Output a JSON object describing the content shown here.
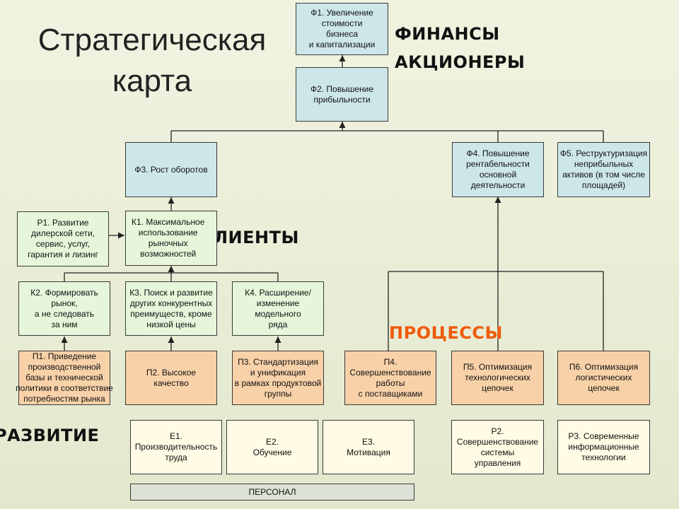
{
  "title": "Стратегическая\nкарта",
  "sections": {
    "finance": "ФИНАНСЫ",
    "shareholders": "АКЦИОНЕРЫ",
    "clients": "КЛИЕНТЫ",
    "processes": "ПРОЦЕССЫ",
    "development": "РАЗВИТИЕ"
  },
  "boxes": {
    "f1": "Ф1. Увеличение\nстоимости\nбизнеса\nи капитализации",
    "f2": "Ф2. Повышение\nприбыльности",
    "f3": "Ф3. Рост оборотов",
    "f4": "Ф4. Повышение\nрентабельности\nосновной\nдеятельности",
    "f5": "Ф5. Реструктуризация\nнеприбыльных\nактивов (в том числе\nплощадей)",
    "r1": "Р1. Развитие\nдилерской сети,\nсервис, услуг,\nгарантия и лизинг",
    "k1": "К1. Максимальное\nиспользование\nрыночных\nвозможностей",
    "k2": "К2. Формировать\nрынок,\nа не следовать\nза ним",
    "k3": "К3. Поиск и развитие\nдругих конкурентных\nпреимуществ, кроме\nнизкой цены",
    "k4": "К4. Расширение/\nизменение\nмодельного\nряда",
    "p1": "П1. Приведение\nпроизводственной\nбазы и технической\nполитики в соответствие\nпотребностям рынка",
    "p2": "П2. Высокое\nкачество",
    "p3": "П3. Стандартизация\nи унификация\nв рамках продуктовой\nгруппы",
    "p4": "П4.\nСовершенствование\nработы\nс поставщиками",
    "p5": "П5. Оптимизация\nтехнологических\nцепочек",
    "p6": "П6. Оптимизация\nлогистических\nцепочек",
    "e1": "Е1.\nПроизводительность\nтруда",
    "e2": "Е2.\nОбучение",
    "e3": "Е3.\nМотивация",
    "rr2": "Р2.\nСовершенствование\nсистемы\nуправления",
    "rr3": "Р3. Современные\nинформационные\nтехнологии",
    "personnel": "ПЕРСОНАЛ"
  },
  "colors": {
    "finance_fill": "#cde6ea",
    "clients_fill": "#e6f6da",
    "processes_fill": "#f8d1a8",
    "development_fill": "#fffbe4",
    "processes_label": "#f05a0a"
  }
}
